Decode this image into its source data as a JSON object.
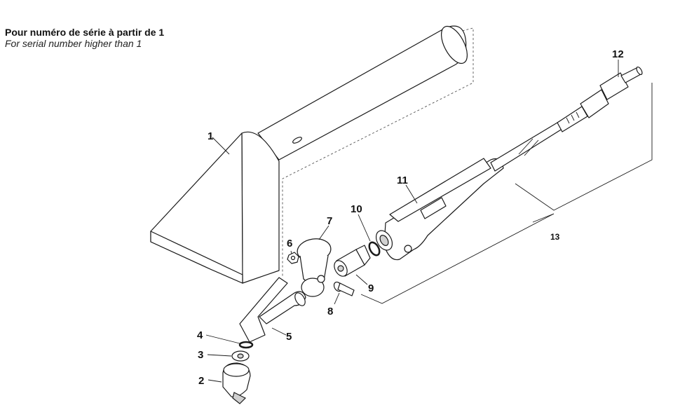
{
  "heading": {
    "line_fr": "Pour numéro de série à partir de 1",
    "line_en": "For serial number higher than 1"
  },
  "callouts": {
    "p1": "1",
    "p2": "2",
    "p3": "3",
    "p4": "4",
    "p5": "5",
    "p6": "6",
    "p7": "7",
    "p8": "8",
    "p9": "9",
    "p10": "10",
    "p11": "11",
    "p12": "12",
    "p13": "13"
  }
}
